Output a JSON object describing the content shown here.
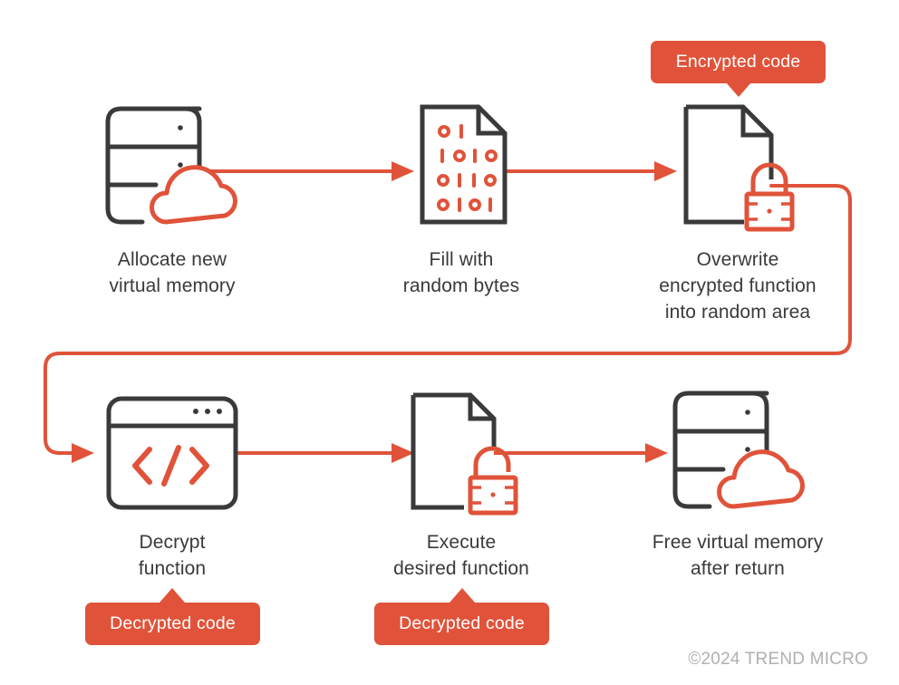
{
  "theme": {
    "accent": "#e0533a",
    "dark": "#3a3a3c",
    "background": "#ffffff",
    "muted": "#b0b0b2"
  },
  "diagram": {
    "type": "process-flow",
    "title": "",
    "steps": [
      {
        "id": "allocate",
        "order": 1,
        "icon": "server-cloud-icon",
        "label": "Allocate new\nvirtual memory",
        "badge": null
      },
      {
        "id": "fill-random",
        "order": 2,
        "icon": "binary-document-icon",
        "label": "Fill with\nrandom bytes",
        "badge": null,
        "binary_rows": [
          "0 1",
          "1 0 1 0",
          "0 1 1 0",
          "0 1 0 1"
        ]
      },
      {
        "id": "overwrite",
        "order": 3,
        "icon": "document-locked-icon",
        "label": "Overwrite\nencrypted function\ninto random area",
        "badge": "Encrypted code",
        "badge_position": "above"
      },
      {
        "id": "decrypt",
        "order": 4,
        "icon": "code-window-icon",
        "label": "Decrypt\nfunction",
        "badge": "Decrypted code",
        "badge_position": "below",
        "code_glyph": "</>"
      },
      {
        "id": "execute",
        "order": 5,
        "icon": "document-unlocked-icon",
        "label": "Execute\ndesired function",
        "badge": "Decrypted code",
        "badge_position": "below"
      },
      {
        "id": "free",
        "order": 6,
        "icon": "server-cloud-icon",
        "label": "Free virtual memory\nafter return",
        "badge": null
      }
    ],
    "connectors": [
      {
        "from": "allocate",
        "to": "fill-random",
        "style": "straight-arrow"
      },
      {
        "from": "fill-random",
        "to": "overwrite",
        "style": "straight-arrow"
      },
      {
        "from": "overwrite",
        "to": "decrypt",
        "style": "wrap-around-arrow"
      },
      {
        "from": "decrypt",
        "to": "execute",
        "style": "straight-arrow"
      },
      {
        "from": "execute",
        "to": "free",
        "style": "straight-arrow"
      }
    ]
  },
  "footer": {
    "copyright": "©2024 TREND MICRO"
  }
}
